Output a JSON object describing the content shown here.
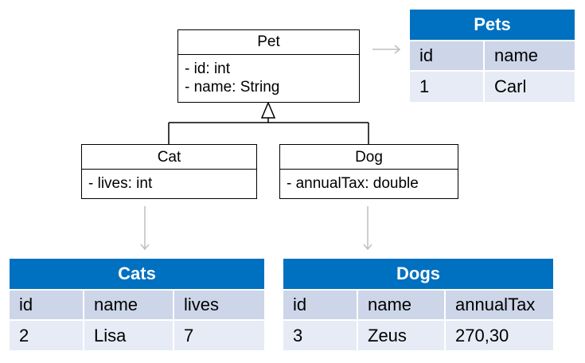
{
  "classes": {
    "pet": {
      "name": "Pet",
      "attributes": [
        "- id: int",
        "- name: String"
      ]
    },
    "cat": {
      "name": "Cat",
      "attributes": [
        "- lives: int"
      ]
    },
    "dog": {
      "name": "Dog",
      "attributes": [
        "- annualTax: double"
      ]
    }
  },
  "tables": {
    "pets": {
      "title": "Pets",
      "columns": [
        "id",
        "name"
      ],
      "rows": [
        [
          "1",
          "Carl"
        ]
      ]
    },
    "cats": {
      "title": "Cats",
      "columns": [
        "id",
        "name",
        "lives"
      ],
      "rows": [
        [
          "2",
          "Lisa",
          "7"
        ]
      ]
    },
    "dogs": {
      "title": "Dogs",
      "columns": [
        "id",
        "name",
        "annualTax"
      ],
      "rows": [
        [
          "3",
          "Zeus",
          "270,30"
        ]
      ]
    }
  },
  "colors": {
    "table_header": "#0070c0",
    "column_header": "#cdd6e8",
    "data_row": "#e7ebf5",
    "mapping_arrow": "#bfbfbf"
  }
}
